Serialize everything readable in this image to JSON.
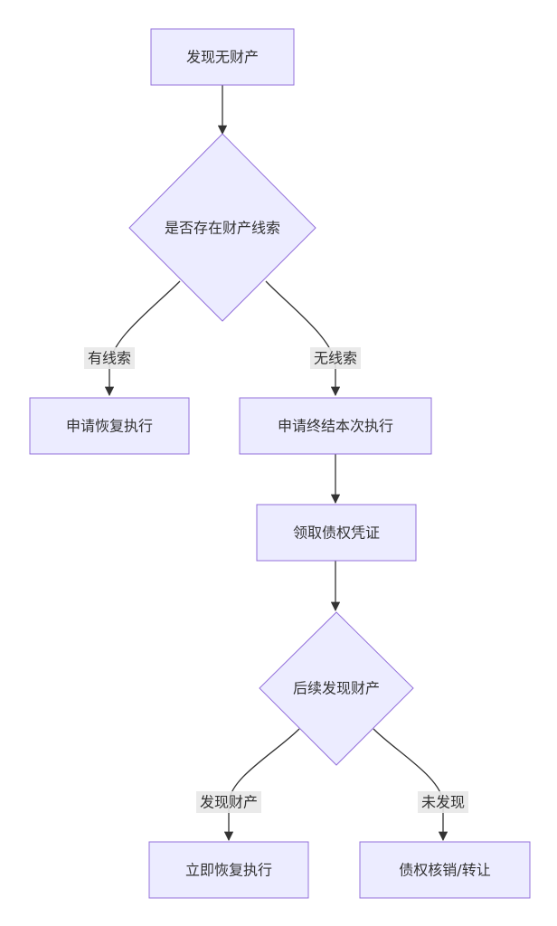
{
  "nodes": {
    "start": "发现无财产",
    "decision_clues": "是否存在财产线索",
    "apply_resume": "申请恢复执行",
    "apply_terminate": "申请终结本次执行",
    "get_certificate": "领取债权凭证",
    "decision_later": "后续发现财产",
    "resume_now": "立即恢复执行",
    "write_off": "债权核销/转让"
  },
  "edges": {
    "has_clues": "有线索",
    "no_clues": "无线索",
    "found": "发现财产",
    "not_found": "未发现"
  },
  "colors": {
    "node_fill": "#ECECFF",
    "node_stroke": "#9370DB",
    "line": "#333333",
    "label_bg": "#e8e8e8"
  }
}
